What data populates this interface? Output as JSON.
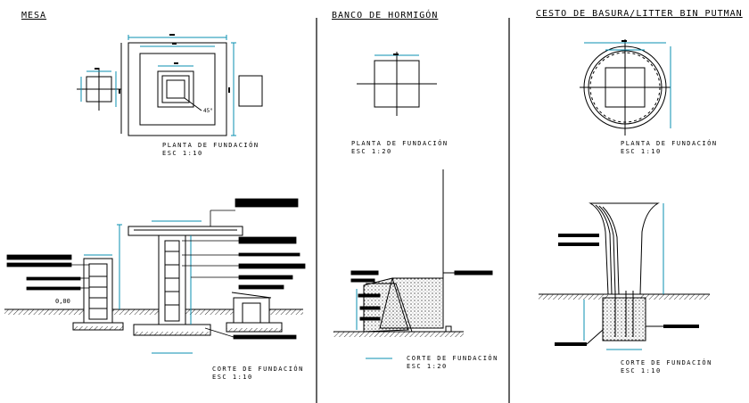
{
  "sections": {
    "mesa": {
      "title": "MESA",
      "plan_caption": "PLANTA DE FUNDACIÓN",
      "plan_scale": "ESC 1:10",
      "section_caption": "CORTE DE FUNDACIÓN",
      "section_scale": "ESC 1:10",
      "level_label": "0,00",
      "angle_label": "45°"
    },
    "banco": {
      "title": "BANCO DE HORMIGÓN",
      "plan_caption": "PLANTA DE FUNDACIÓN",
      "plan_scale": "ESC 1:20",
      "section_caption": "CORTE DE FUNDACIÓN",
      "section_scale": "ESC 1:20"
    },
    "cesto": {
      "title": "CESTO DE BASURA/LITTER BIN PUTMAN",
      "plan_caption": "PLANTA DE FUNDACIÓN",
      "plan_scale": "ESC 1:10",
      "section_caption": "CORTE DE FUNDACIÓN",
      "section_scale": "ESC 1:10"
    }
  },
  "colors": {
    "line": "#000000",
    "dimension": "#0a8fb0",
    "hatch": "#000000",
    "background": "#ffffff"
  }
}
